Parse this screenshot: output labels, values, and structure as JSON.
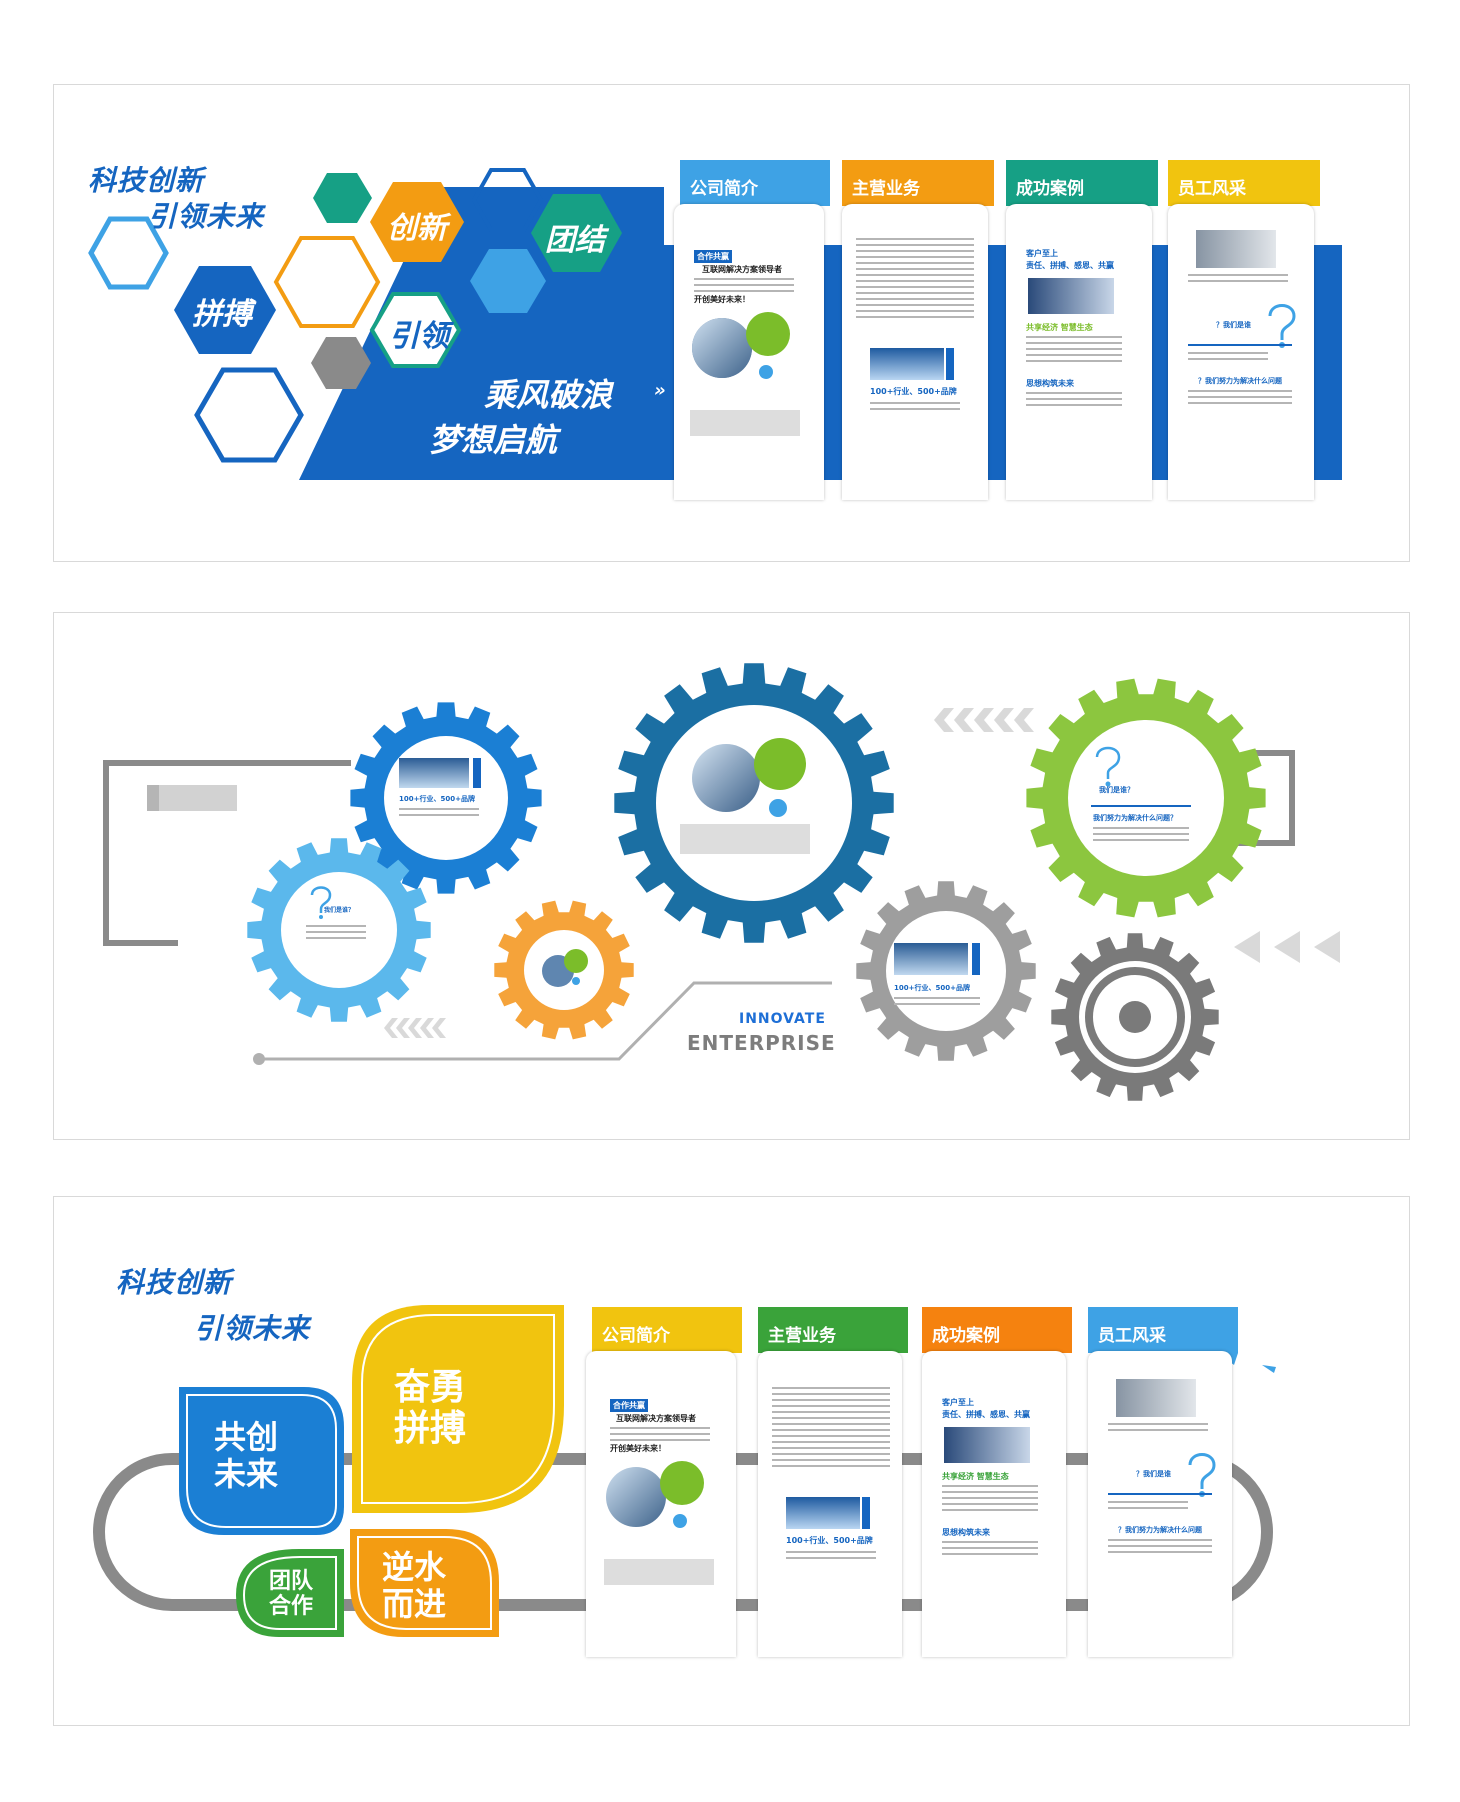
{
  "colors": {
    "blue": "#1565c0",
    "lightblue": "#3ea2e5",
    "orange": "#f39c12",
    "teal": "#16a085",
    "gray": "#8a8a8a",
    "yellow": "#f1c40f",
    "green": "#7bbd2a",
    "darkblue": "#1b6fa3"
  },
  "panel1": {
    "slogan_line1": "科技创新",
    "slogan_line2": "引领未来",
    "hex_words": [
      "拼搏",
      "创新",
      "团结",
      "引领"
    ],
    "motto_line1": "乘风破浪",
    "motto_line2": "梦想启航",
    "cards": [
      {
        "title": "公司简介",
        "tag": "合作共赢",
        "sub1": "互联网解决方案领导者",
        "sub2": "开创美好未来！"
      },
      {
        "title": "主营业务",
        "stat": "100+行业、500+品牌"
      },
      {
        "title": "成功案例",
        "sub1": "客户至上",
        "sub2": "责任、拼搏、感恩、共赢",
        "sub3": "共享经济 智慧生态",
        "sub4": "思想构筑未来"
      },
      {
        "title": "员工风采",
        "sub1": "？我们是谁",
        "sub2": "？我们努力为解决什么问题"
      }
    ]
  },
  "panel2": {
    "gear1_stat": "100+行业、500+品牌",
    "gear2_q": "我们是谁？",
    "gear3_q1": "我们是谁？",
    "gear3_q2": "我们努力为解决什么问题？",
    "gear4_stat": "100+行业、500+品牌",
    "innovate": "INNOVATE",
    "enterprise": "ENTERPRISE"
  },
  "panel3": {
    "slogan_line1": "科技创新",
    "slogan_line2": "引领未来",
    "leaf_big": [
      "奋勇",
      "拼搏"
    ],
    "leaf_left": [
      "共创",
      "未来"
    ],
    "leaf_small": [
      "团队",
      "合作"
    ],
    "leaf_orange": [
      "逆水",
      "而进"
    ],
    "cards": [
      {
        "title": "公司简介",
        "tag": "合作共赢",
        "sub1": "互联网解决方案领导者",
        "sub2": "开创美好未来！"
      },
      {
        "title": "主营业务",
        "stat": "100+行业、500+品牌"
      },
      {
        "title": "成功案例",
        "sub1": "客户至上",
        "sub2": "责任、拼搏、感恩、共赢",
        "sub3": "共享经济 智慧生态",
        "sub4": "思想构筑未来"
      },
      {
        "title": "员工风采",
        "sub1": "？我们是谁",
        "sub2": "？我们努力为解决什么问题"
      }
    ]
  }
}
